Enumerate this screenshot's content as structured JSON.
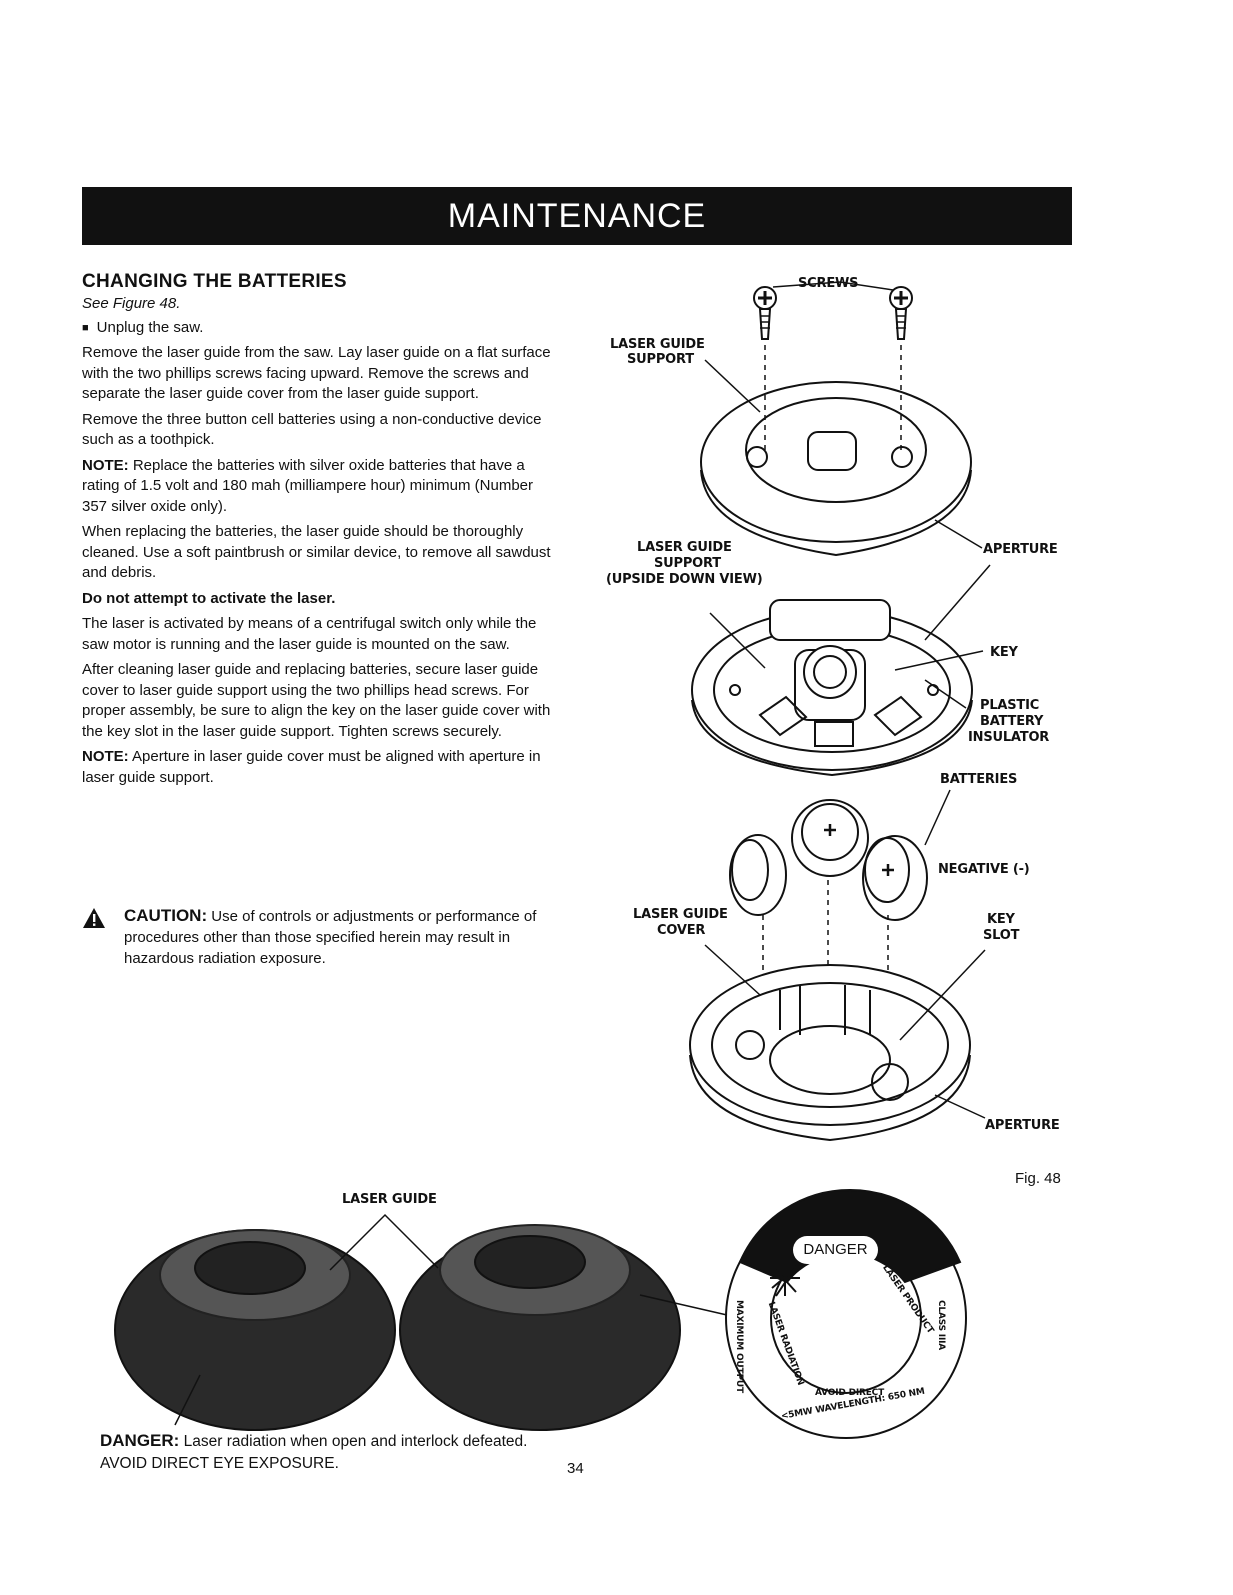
{
  "header": {
    "title": "MAINTENANCE"
  },
  "section": {
    "heading": "CHANGING THE BATTERIES",
    "see": "See Figure 48.",
    "bullet": "Unplug the saw.",
    "p1": "Remove the laser guide from the saw. Lay laser guide on a flat surface with the two phillips screws facing upward. Remove the screws and separate the laser guide cover from the laser guide support.",
    "p2": "Remove the three button cell batteries using a non-conductive device such as a toothpick.",
    "note1_label": "NOTE:",
    "note1": "Replace the batteries with silver oxide batteries that have a rating of 1.5 volt and 180 mah (milliampere hour) minimum (Number 357 silver oxide only).",
    "p3": "When replacing the batteries, the laser guide should be thoroughly cleaned. Use a soft paintbrush or similar device, to remove all sawdust and debris.",
    "warning": "Do not attempt to activate the laser.",
    "p4": "The laser is activated by means of a centrifugal switch only while the saw motor is running and the laser guide is mounted on the saw.",
    "p5": "After cleaning laser guide and replacing batteries, secure laser guide cover to laser guide support using the two phillips head screws. For proper assembly, be sure to align the key on the laser guide cover with the key slot in the laser guide support. Tighten screws securely.",
    "note2_label": "NOTE:",
    "note2": "Aperture in laser guide cover must be aligned with aperture in laser guide support."
  },
  "caution": {
    "label": "CAUTION:",
    "text": "Use of controls or adjustments or performance of procedures other than those specified herein may result in hazardous radiation exposure."
  },
  "danger": {
    "label": "DANGER:",
    "text": "Laser radiation when open and interlock defeated. AVOID DIRECT EYE EXPOSURE."
  },
  "figure": {
    "screws": "SCREWS",
    "support_top_1": "LASER GUIDE",
    "support_top_2": "SUPPORT",
    "support_bottom_1": "LASER GUIDE",
    "support_bottom_2": "SUPPORT",
    "support_bottom_3": "(UPSIDE DOWN VIEW)",
    "aperture_top": "APERTURE",
    "key": "KEY",
    "insulator_1": "PLASTIC",
    "insulator_2": "BATTERY",
    "insulator_3": "INSULATOR",
    "batteries": "BATTERIES",
    "negative": "NEGATIVE (-)",
    "cover_1": "LASER GUIDE",
    "cover_2": "COVER",
    "keyslot_1": "KEY",
    "keyslot_2": "SLOT",
    "aperture_bottom": "APERTURE",
    "fig_label": "Fig. 48",
    "laser_guide": "LASER GUIDE",
    "label_danger": "DANGER",
    "label_ring_right": "LASER PRODUCT",
    "label_class": "CLASS IIIA",
    "label_ring_left": "MAXIMUM OUTPUT",
    "label_radiation": "LASER RADIATION",
    "label_avoid": "AVOID DIRECT",
    "label_wavelength": "<5mW WAVELENGTH: 650 NM"
  },
  "page": {
    "number": "34"
  }
}
